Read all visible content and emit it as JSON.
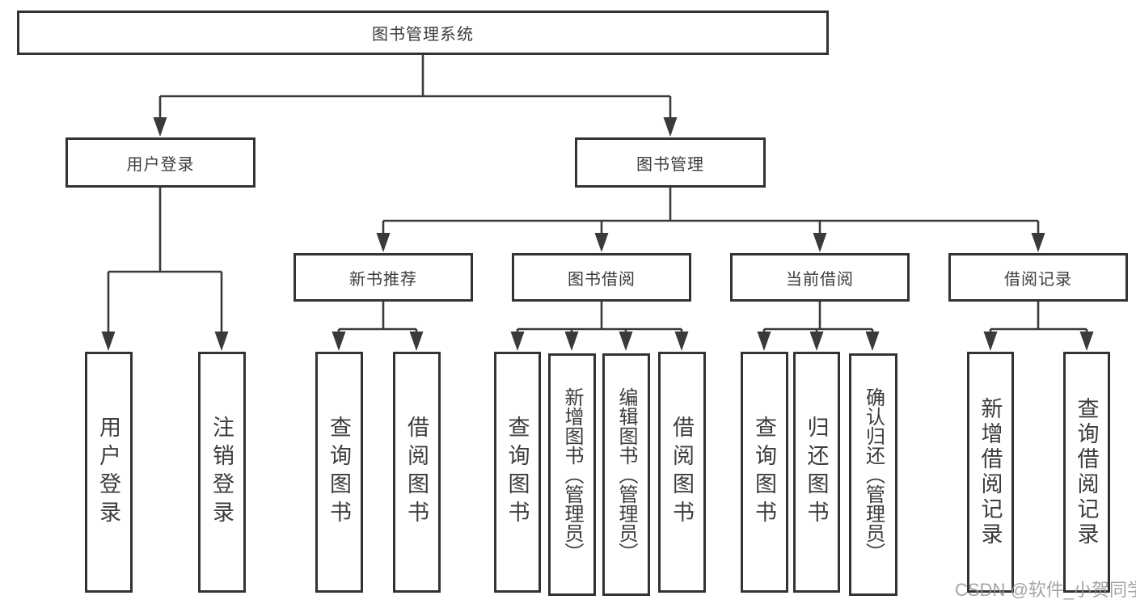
{
  "diagram": {
    "type": "tree",
    "title": "图书管理系统",
    "tree": {
      "root": {
        "label": "图书管理系统"
      },
      "branches": [
        {
          "label": "用户登录",
          "children": [
            {
              "label": "用户登录"
            },
            {
              "label": "注销登录"
            }
          ]
        },
        {
          "label": "图书管理",
          "children": [
            {
              "label": "新书推荐",
              "children": [
                {
                  "label": "查询图书"
                },
                {
                  "label": "借阅图书"
                }
              ]
            },
            {
              "label": "图书借阅",
              "children": [
                {
                  "label": "查询图书"
                },
                {
                  "label": "新增图书（管理员）"
                },
                {
                  "label": "编辑图书（管理员）"
                },
                {
                  "label": "借阅图书"
                }
              ]
            },
            {
              "label": "当前借阅",
              "children": [
                {
                  "label": "查询图书"
                },
                {
                  "label": "归还图书"
                },
                {
                  "label": "确认归还（管理员）"
                }
              ]
            },
            {
              "label": "借阅记录",
              "children": [
                {
                  "label": "新增借阅记录"
                },
                {
                  "label": "查询借阅记录"
                }
              ]
            }
          ]
        }
      ]
    },
    "colors": {
      "line": "#3a3a3a",
      "border": "#333333",
      "text": "#3c3c3c",
      "watermark": "#949494",
      "background": "#ffffff"
    },
    "watermark": "CSDN @软件_小贺同学"
  }
}
